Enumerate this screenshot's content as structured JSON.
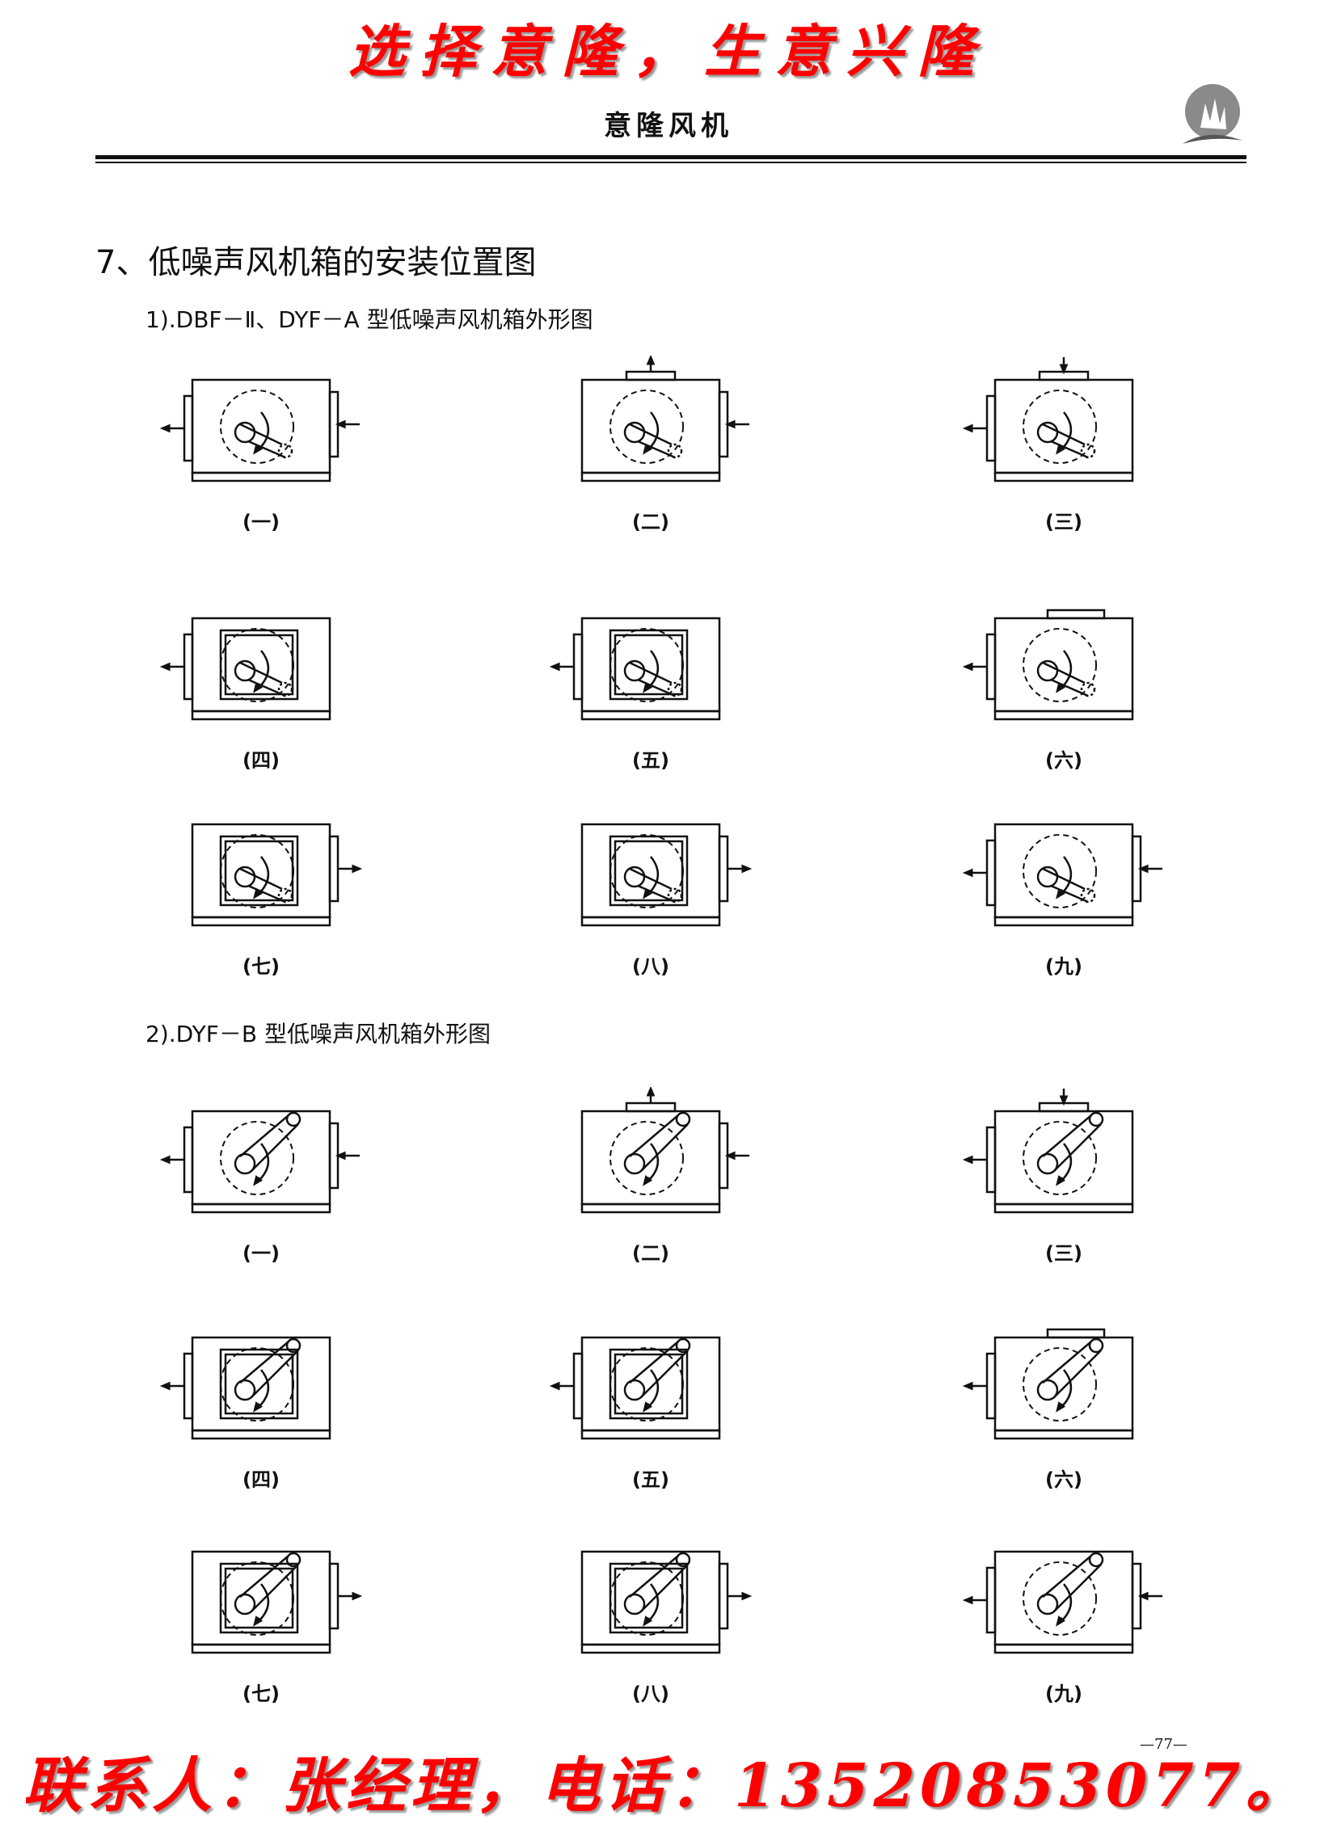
{
  "header": {
    "slogan": "选择意隆，生意兴隆",
    "brand": "意隆风机"
  },
  "section_title": "7、低噪声风机箱的安装位置图",
  "group1": {
    "title": "1).DBF－Ⅱ、DYF－A 型低噪声风机箱外形图",
    "labels": [
      "(一)",
      "(二)",
      "(三)",
      "(四)",
      "(五)",
      "(六)",
      "(七)",
      "(八)",
      "(九)"
    ]
  },
  "group2": {
    "title": "2).DYF－B 型低噪声风机箱外形图",
    "labels": [
      "(一)",
      "(二)",
      "(三)",
      "(四)",
      "(五)",
      "(六)",
      "(七)",
      "(八)",
      "(九)"
    ]
  },
  "page_number": "—77—",
  "footer": {
    "contact": "联系人：张经理，电话：13520853077。"
  },
  "colors": {
    "accent": "#ff0000",
    "text": "#111111",
    "logo": "#8a8a8a"
  }
}
